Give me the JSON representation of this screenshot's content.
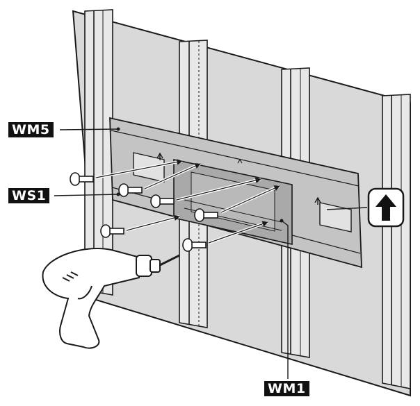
{
  "labels": {
    "wm5": "WM5",
    "ws1": "WS1",
    "wm1": "WM1"
  },
  "icons": [
    "wall-panel",
    "wall-stud",
    "wall-mount-bracket",
    "screw",
    "electric-drill",
    "up-arrow-icon"
  ],
  "colors": {
    "ink": "#1a1a1a",
    "wall": "#d9d9d9",
    "stud": "#e8e8e8",
    "bracket": "#c4c4c4",
    "plate": "#a9a9a9",
    "label_bg": "#111111",
    "label_text": "#ffffff"
  }
}
